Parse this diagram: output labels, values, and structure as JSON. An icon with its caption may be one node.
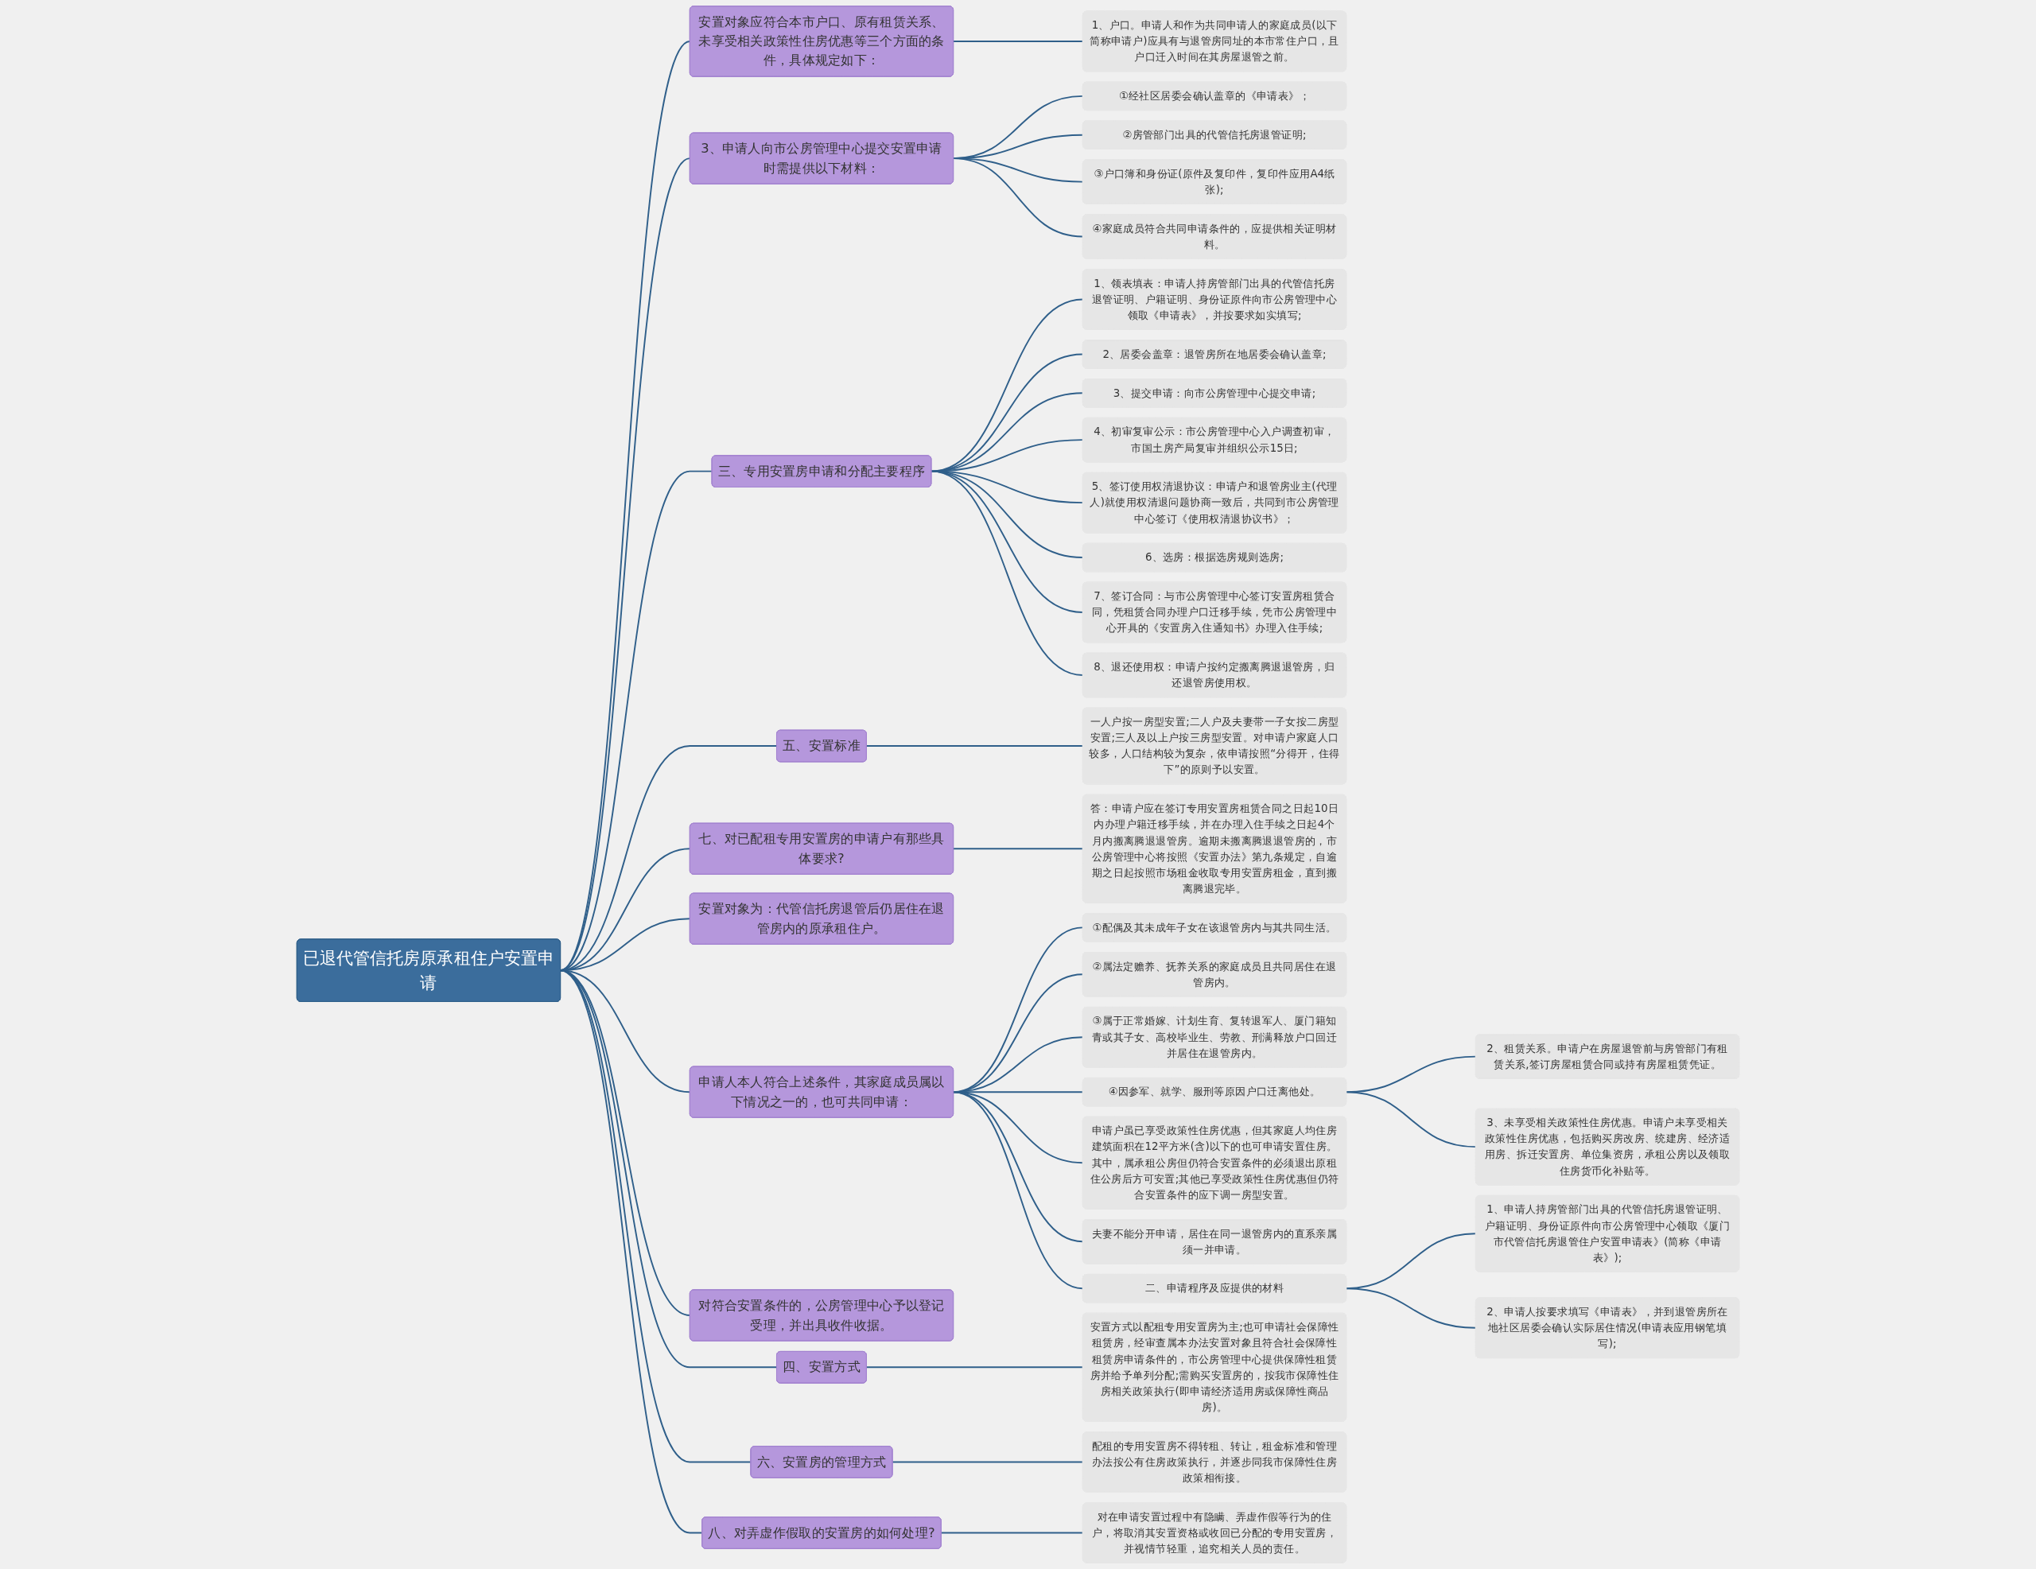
{
  "diagram": {
    "nodes": [
      {
        "text": [
          "已退代管信托房原承租住户安置申请"
        ]
      },
      {
        "text": [
          "安置对象应符合本市户口、原有租赁关系、未享受相关政策性住房优惠等三个方面的条件，具体规定如下："
        ]
      },
      {
        "text": [
          "1、户口。申请人和作为共同申请人的家庭成员(以下简称申请户)应具有与退管房同址的本市常住户口，且户口迁入时间在其房屋退管之前。"
        ]
      },
      {
        "text": [
          "3、申请人向市公房管理中心提交安置申请时需提供以下材料："
        ]
      },
      {
        "text": [
          "①经社区居委会确认盖章的《申请表》；"
        ]
      },
      {
        "text": [
          "②房管部门出具的代管信托房退管证明;"
        ]
      },
      {
        "text": [
          "③户口簿和身份证(原件及复印件，复印件应用A4纸张);"
        ]
      },
      {
        "text": [
          "④家庭成员符合共同申请条件的，应提供相关证明材料。"
        ]
      },
      {
        "text": [
          "三、专用安置房申请和分配主要程序"
        ]
      },
      {
        "text": [
          "1、领表填表：申请人持房管部门出具的代管信托房退管证明、户籍证明、身份证原件向市公房管理中心领取《申请表》，并按要求如实填写;"
        ]
      },
      {
        "text": [
          "2、居委会盖章：退管房所在地居委会确认盖章;"
        ]
      },
      {
        "text": [
          "3、提交申请：向市公房管理中心提交申请;"
        ]
      },
      {
        "text": [
          "4、初审复审公示：市公房管理中心入户调查初审，市国土房产局复审并组织公示15日;"
        ]
      },
      {
        "text": [
          "5、签订使用权清退协议：申请户和退管房业主(代理人)就使用权清退问题协商一致后，共同到市公房管理中心签订《使用权清退协议书》；"
        ]
      },
      {
        "text": [
          "6、选房：根据选房规则选房;"
        ]
      },
      {
        "text": [
          "7、签订合同：与市公房管理中心签订安置房租赁合同，凭租赁合同办理户口迁移手续，凭市公房管理中心开具的《安置房入住通知书》办理入住手续;"
        ]
      },
      {
        "text": [
          "8、退还使用权：申请户按约定搬离腾退退管房，归还退管房使用权。"
        ]
      },
      {
        "text": [
          "五、安置标准"
        ]
      },
      {
        "text": [
          "一人户按一房型安置;二人户及夫妻带一子女按二房型安置;三人及以上户按三房型安置。对申请户家庭人口较多，人口结构较为复杂，依申请按照“分得开，住得下”的原则予以安置。"
        ]
      },
      {
        "text": [
          "七、对已配租专用安置房的申请户有那些具体要求?"
        ]
      },
      {
        "text": [
          "答：申请户应在签订专用安置房租赁合同之日起10日内办理户籍迁移手续，并在办理入住手续之日起4个月内搬离腾退退管房。逾期未搬离腾退退管房的，市公房管理中心将按照《安置办法》第九条规定，自逾期之日起按照市场租金收取专用安置房租金，直到搬离腾退完毕。"
        ]
      },
      {
        "text": [
          "安置对象为：代管信托房退管后仍居住在退管房内的原承租住户。"
        ]
      },
      {
        "text": [
          "申请人本人符合上述条件，其家庭成员属以下情况之一的，也可共同申请："
        ]
      },
      {
        "text": [
          "①配偶及其未成年子女在该退管房内与其共同生活。"
        ]
      },
      {
        "text": [
          "②属法定赡养、抚养关系的家庭成员且共同居住在退管房内。"
        ]
      },
      {
        "text": [
          "③属于正常婚嫁、计划生育、复转退军人、厦门籍知青或其子女、高校毕业生、劳教、刑满释放户口回迁并居住在退管房内。"
        ]
      },
      {
        "text": [
          "④因参军、就学、服刑等原因户口迁离他处。"
        ]
      },
      {
        "text": [
          "2、租赁关系。申请户在房屋退管前与房管部门有租赁关系,签订房屋租赁合同或持有房屋租赁凭证。"
        ]
      },
      {
        "text": [
          "3、未享受相关政策性住房优惠。申请户未享受相关政策性住房优惠，包括购买房改房、统建房、经济适用房、拆迁安置房、单位集资房，承租公房以及领取住房货币化补贴等。"
        ]
      },
      {
        "text": [
          "申请户虽已享受政策性住房优惠，但其家庭人均住房建筑面积在12平方米(含)以下的也可申请安置住房。其中，属承租公房但仍符合安置条件的必须退出原租住公房后方可安置;其他已享受政策性住房优惠但仍符合安置条件的应下调一房型安置。"
        ]
      },
      {
        "text": [
          "夫妻不能分开申请，居住在同一退管房内的直系亲属须一并申请。"
        ]
      },
      {
        "text": [
          "二、申请程序及应提供的材料"
        ]
      },
      {
        "text": [
          "1、申请人持房管部门出具的代管信托房退管证明、户籍证明、身份证原件向市公房管理中心领取《厦门市代管信托房退管住户安置申请表》(简称《申请表》);"
        ]
      },
      {
        "text": [
          "2、申请人按要求填写《申请表》，并到退管房所在地社区居委会确认实际居住情况(申请表应用钢笔填写);"
        ]
      },
      {
        "text": [
          "对符合安置条件的，公房管理中心予以登记受理，并出具收件收据。"
        ]
      },
      {
        "text": [
          "四、安置方式"
        ]
      },
      {
        "text": [
          "安置方式以配租专用安置房为主;也可申请社会保障性租赁房，经审查属本办法安置对象且符合社会保障性租赁房申请条件的，市公房管理中心提供保障性租赁房并给予单列分配;需购买安置房的，按我市保障性住房相关政策执行(即申请经济适用房或保障性商品房)。"
        ]
      },
      {
        "text": [
          "六、安置房的管理方式"
        ]
      },
      {
        "text": [
          "配租的专用安置房不得转租、转让，租金标准和管理办法按公有住房政策执行，并逐步同我市保障性住房政策相衔接。"
        ]
      },
      {
        "text": [
          "八、对弄虚作假取的安置房的如何处理?"
        ]
      },
      {
        "text": [
          "对在申请安置过程中有隐瞒、弄虚作假等行为的住户，将取消其安置资格或收回已分配的专用安置房，并视情节轻重，追究相关人员的责任。"
        ]
      }
    ],
    "edges": [
      {
        "from": 0,
        "to": 1,
        "arrow": "none"
      },
      {
        "from": 1,
        "to": 2,
        "arrow": "none"
      },
      {
        "from": 0,
        "to": 3,
        "arrow": "none"
      },
      {
        "from": 3,
        "to": 4,
        "arrow": "none"
      },
      {
        "from": 3,
        "to": 5,
        "arrow": "none"
      },
      {
        "from": 3,
        "to": 6,
        "arrow": "none"
      },
      {
        "from": 3,
        "to": 7,
        "arrow": "none"
      },
      {
        "from": 0,
        "to": 8,
        "arrow": "none"
      },
      {
        "from": 8,
        "to": 9,
        "arrow": "none"
      },
      {
        "from": 8,
        "to": 10,
        "arrow": "none"
      },
      {
        "from": 8,
        "to": 11,
        "arrow": "none"
      },
      {
        "from": 8,
        "to": 12,
        "arrow": "none"
      },
      {
        "from": 8,
        "to": 13,
        "arrow": "none"
      },
      {
        "from": 8,
        "to": 14,
        "arrow": "none"
      },
      {
        "from": 8,
        "to": 15,
        "arrow": "none"
      },
      {
        "from": 8,
        "to": 16,
        "arrow": "none"
      },
      {
        "from": 0,
        "to": 17,
        "arrow": "none"
      },
      {
        "from": 17,
        "to": 18,
        "arrow": "none"
      },
      {
        "from": 0,
        "to": 19,
        "arrow": "none"
      },
      {
        "from": 19,
        "to": 20,
        "arrow": "none"
      },
      {
        "from": 0,
        "to": 21,
        "arrow": "none"
      },
      {
        "from": 0,
        "to": 22,
        "arrow": "none"
      },
      {
        "from": 22,
        "to": 23,
        "arrow": "none"
      },
      {
        "from": 22,
        "to": 24,
        "arrow": "none"
      },
      {
        "from": 22,
        "to": 25,
        "arrow": "none"
      },
      {
        "from": 22,
        "to": 26,
        "arrow": "none"
      },
      {
        "from": 26,
        "to": 27,
        "arrow": "none"
      },
      {
        "from": 26,
        "to": 28,
        "arrow": "none"
      },
      {
        "from": 22,
        "to": 29,
        "arrow": "none"
      },
      {
        "from": 22,
        "to": 30,
        "arrow": "none"
      },
      {
        "from": 22,
        "to": 31,
        "arrow": "none"
      },
      {
        "from": 31,
        "to": 32,
        "arrow": "none"
      },
      {
        "from": 31,
        "to": 33,
        "arrow": "none"
      },
      {
        "from": 0,
        "to": 34,
        "arrow": "none"
      },
      {
        "from": 0,
        "to": 35,
        "arrow": "none"
      },
      {
        "from": 35,
        "to": 36,
        "arrow": "none"
      },
      {
        "from": 0,
        "to": 37,
        "arrow": "none"
      },
      {
        "from": 37,
        "to": 38,
        "arrow": "none"
      },
      {
        "from": 0,
        "to": 39,
        "arrow": "none"
      },
      {
        "from": 39,
        "to": 40,
        "arrow": "none"
      }
    ]
  }
}
